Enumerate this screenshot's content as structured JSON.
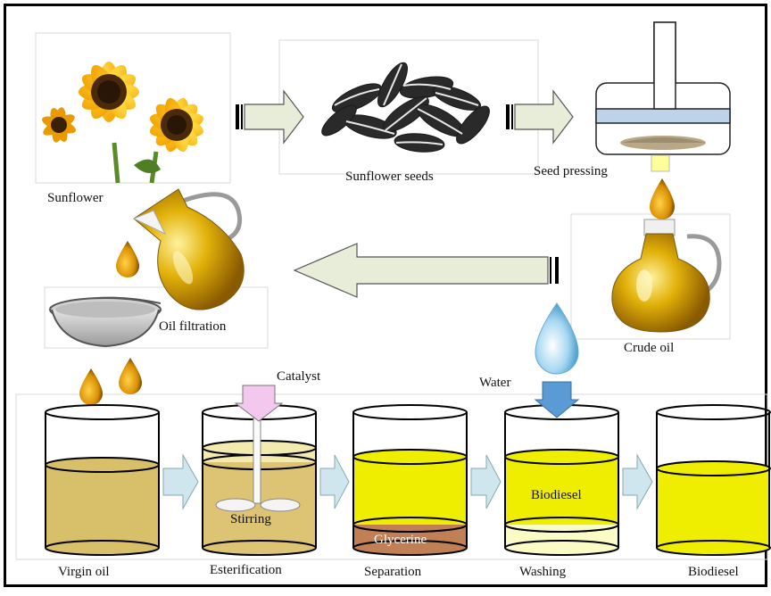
{
  "labels": {
    "sunflower": "Sunflower",
    "sunflower_seeds": "Sunflower seeds",
    "seed_pressing": "Seed pressing",
    "oil_filtration": "Oil filtration",
    "crude_oil": "Crude oil",
    "catalyst": "Catalyst",
    "water": "Water"
  },
  "stages": [
    {
      "label": "Virgin oil"
    },
    {
      "label": "Esterification",
      "inner_label": "Stirring"
    },
    {
      "label": "Separation",
      "inner_label": "Glycerine"
    },
    {
      "label": "Washing",
      "inner_label": "Biodiesel"
    },
    {
      "label": "Biodiesel"
    }
  ],
  "colors": {
    "border": "#000000",
    "virgin_oil": "#d8bf6a",
    "esterification_oil": "#dcc474",
    "esterification_top": "#f3eab0",
    "biodiesel_yellow": "#f0ee00",
    "glycerine": "#c07f55",
    "washing_water": "#fbfbc6",
    "arrow_fill": "#e7edd9",
    "arrow_stroke": "#555555",
    "pipe_arrow": "#cfe6ef",
    "catalyst_arrow": "#f4c8ee",
    "water_arrow": "#5b9bd5",
    "oil_drop": "#e0a400",
    "press_plate": "#bcd3ea"
  },
  "icons": [
    "sunflower-icon",
    "seeds-icon",
    "seed-press-icon",
    "oil-drop-icon",
    "crude-oil-jug-icon",
    "pouring-jug-icon",
    "filter-sieve-icon",
    "water-drop-icon",
    "stirrer-icon"
  ]
}
